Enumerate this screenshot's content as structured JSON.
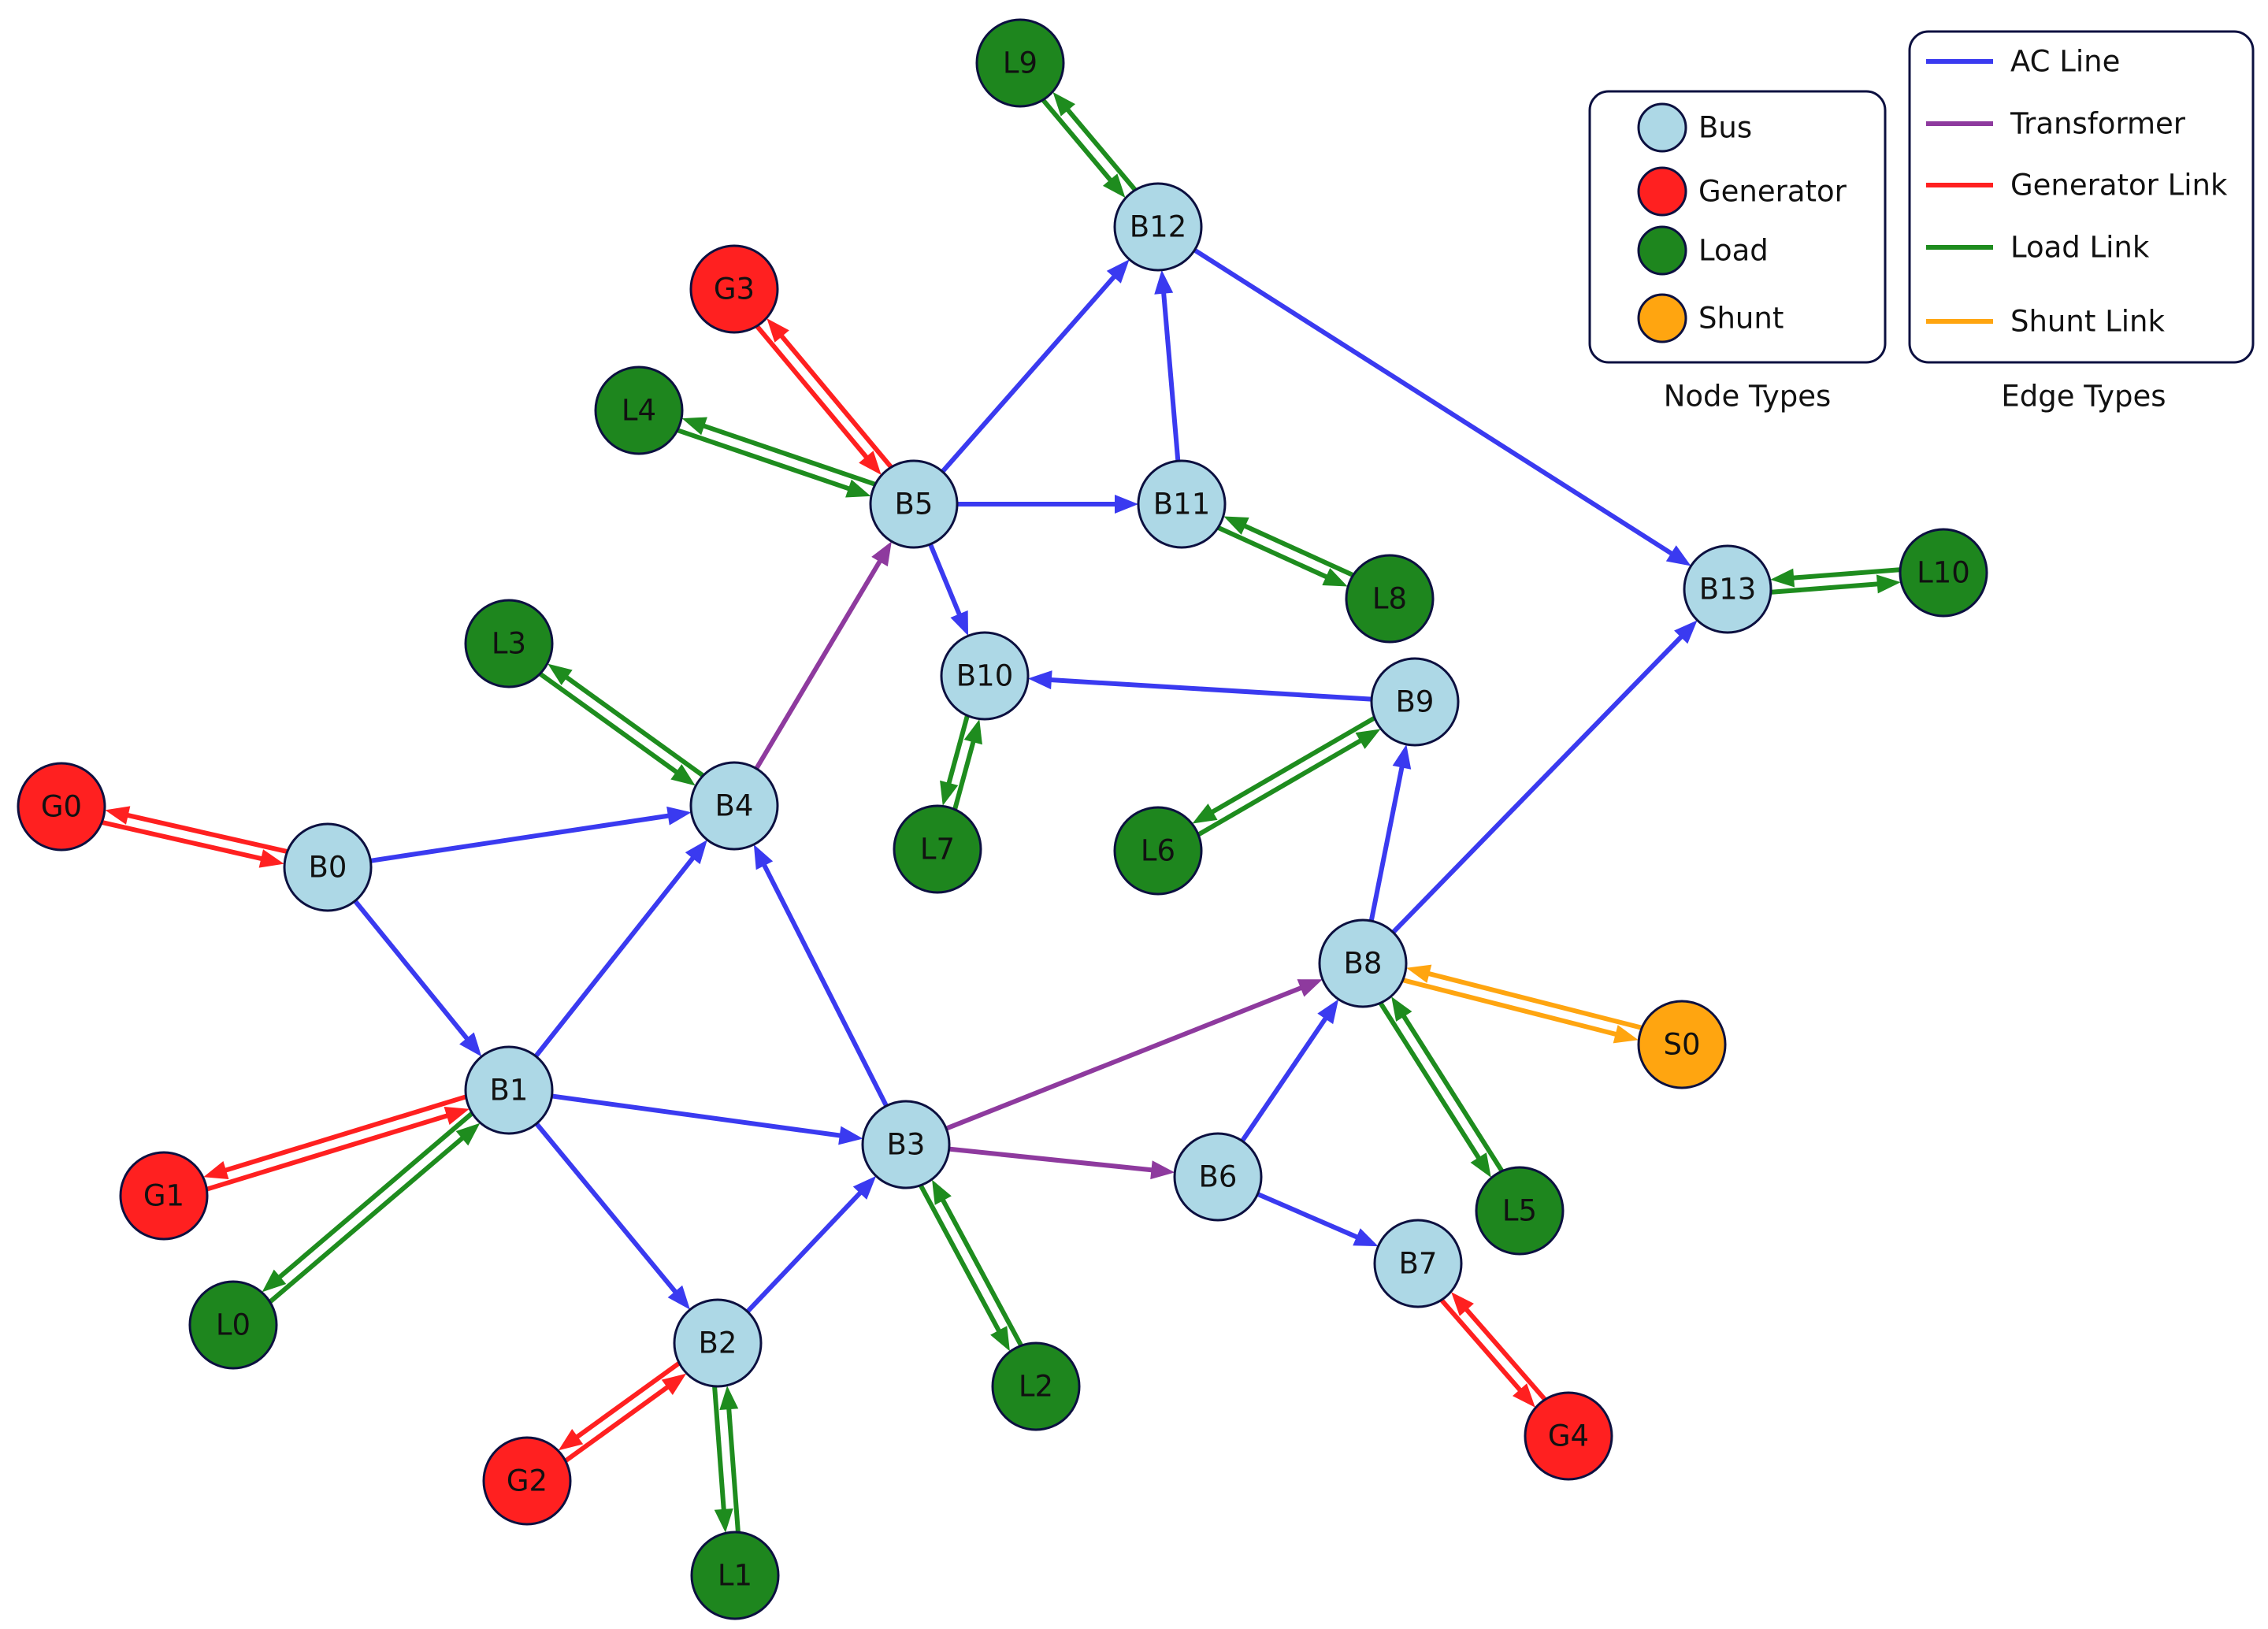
{
  "colors": {
    "bus": "#ADD8E6",
    "generator": "#FF2020",
    "load": "#1E861E",
    "shunt": "#FFA510",
    "node_stroke": "#0C1040",
    "ac_line": "#3A3AF0",
    "transformer": "#8E3A9E",
    "generator_link": "#FF2020",
    "load_link": "#1E8C1E",
    "shunt_link": "#FFA510"
  },
  "nodes": [
    {
      "id": "B0",
      "type": "bus"
    },
    {
      "id": "B1",
      "type": "bus"
    },
    {
      "id": "B2",
      "type": "bus"
    },
    {
      "id": "B3",
      "type": "bus"
    },
    {
      "id": "B4",
      "type": "bus"
    },
    {
      "id": "B5",
      "type": "bus"
    },
    {
      "id": "B6",
      "type": "bus"
    },
    {
      "id": "B7",
      "type": "bus"
    },
    {
      "id": "B8",
      "type": "bus"
    },
    {
      "id": "B9",
      "type": "bus"
    },
    {
      "id": "B10",
      "type": "bus"
    },
    {
      "id": "B11",
      "type": "bus"
    },
    {
      "id": "B12",
      "type": "bus"
    },
    {
      "id": "B13",
      "type": "bus"
    },
    {
      "id": "G0",
      "type": "generator"
    },
    {
      "id": "G1",
      "type": "generator"
    },
    {
      "id": "G2",
      "type": "generator"
    },
    {
      "id": "G3",
      "type": "generator"
    },
    {
      "id": "G4",
      "type": "generator"
    },
    {
      "id": "L0",
      "type": "load"
    },
    {
      "id": "L1",
      "type": "load"
    },
    {
      "id": "L2",
      "type": "load"
    },
    {
      "id": "L3",
      "type": "load"
    },
    {
      "id": "L4",
      "type": "load"
    },
    {
      "id": "L5",
      "type": "load"
    },
    {
      "id": "L6",
      "type": "load"
    },
    {
      "id": "L7",
      "type": "load"
    },
    {
      "id": "L8",
      "type": "load"
    },
    {
      "id": "L9",
      "type": "load"
    },
    {
      "id": "L10",
      "type": "load"
    },
    {
      "id": "S0",
      "type": "shunt"
    }
  ],
  "edges": [
    {
      "from": "B0",
      "to": "B1",
      "type": "ac_line"
    },
    {
      "from": "B0",
      "to": "B4",
      "type": "ac_line"
    },
    {
      "from": "B1",
      "to": "B2",
      "type": "ac_line"
    },
    {
      "from": "B1",
      "to": "B3",
      "type": "ac_line"
    },
    {
      "from": "B1",
      "to": "B4",
      "type": "ac_line"
    },
    {
      "from": "B2",
      "to": "B3",
      "type": "ac_line"
    },
    {
      "from": "B3",
      "to": "B4",
      "type": "ac_line"
    },
    {
      "from": "B5",
      "to": "B10",
      "type": "ac_line"
    },
    {
      "from": "B5",
      "to": "B11",
      "type": "ac_line"
    },
    {
      "from": "B5",
      "to": "B12",
      "type": "ac_line"
    },
    {
      "from": "B6",
      "to": "B7",
      "type": "ac_line"
    },
    {
      "from": "B6",
      "to": "B8",
      "type": "ac_line"
    },
    {
      "from": "B8",
      "to": "B9",
      "type": "ac_line"
    },
    {
      "from": "B8",
      "to": "B13",
      "type": "ac_line"
    },
    {
      "from": "B9",
      "to": "B10",
      "type": "ac_line"
    },
    {
      "from": "B11",
      "to": "B12",
      "type": "ac_line"
    },
    {
      "from": "B12",
      "to": "B13",
      "type": "ac_line"
    },
    {
      "from": "B3",
      "to": "B6",
      "type": "transformer"
    },
    {
      "from": "B3",
      "to": "B8",
      "type": "transformer"
    },
    {
      "from": "B4",
      "to": "B5",
      "type": "transformer"
    },
    {
      "from": "G0",
      "to": "B0",
      "type": "generator_link",
      "bidirectional": true
    },
    {
      "from": "G1",
      "to": "B1",
      "type": "generator_link",
      "bidirectional": true
    },
    {
      "from": "G2",
      "to": "B2",
      "type": "generator_link",
      "bidirectional": true
    },
    {
      "from": "G3",
      "to": "B5",
      "type": "generator_link",
      "bidirectional": true
    },
    {
      "from": "G4",
      "to": "B7",
      "type": "generator_link",
      "bidirectional": true
    },
    {
      "from": "L0",
      "to": "B1",
      "type": "load_link",
      "bidirectional": true
    },
    {
      "from": "L1",
      "to": "B2",
      "type": "load_link",
      "bidirectional": true
    },
    {
      "from": "L2",
      "to": "B3",
      "type": "load_link",
      "bidirectional": true
    },
    {
      "from": "L3",
      "to": "B4",
      "type": "load_link",
      "bidirectional": true
    },
    {
      "from": "L4",
      "to": "B5",
      "type": "load_link",
      "bidirectional": true
    },
    {
      "from": "L5",
      "to": "B8",
      "type": "load_link",
      "bidirectional": true
    },
    {
      "from": "L6",
      "to": "B9",
      "type": "load_link",
      "bidirectional": true
    },
    {
      "from": "L7",
      "to": "B10",
      "type": "load_link",
      "bidirectional": true
    },
    {
      "from": "L8",
      "to": "B11",
      "type": "load_link",
      "bidirectional": true
    },
    {
      "from": "L9",
      "to": "B12",
      "type": "load_link",
      "bidirectional": true
    },
    {
      "from": "L10",
      "to": "B13",
      "type": "load_link",
      "bidirectional": true
    },
    {
      "from": "S0",
      "to": "B8",
      "type": "shunt_link",
      "bidirectional": true
    }
  ],
  "legend_nodes": {
    "title": "Node Types",
    "items": [
      {
        "type": "bus",
        "label": "Bus"
      },
      {
        "type": "generator",
        "label": "Generator"
      },
      {
        "type": "load",
        "label": "Load"
      },
      {
        "type": "shunt",
        "label": "Shunt"
      }
    ]
  },
  "legend_edges": {
    "title": "Edge Types",
    "items": [
      {
        "type": "ac_line",
        "label": "AC Line"
      },
      {
        "type": "transformer",
        "label": "Transformer"
      },
      {
        "type": "generator_link",
        "label": "Generator Link"
      },
      {
        "type": "load_link",
        "label": "Load Link"
      },
      {
        "type": "shunt_link",
        "label": "Shunt Link"
      }
    ]
  }
}
